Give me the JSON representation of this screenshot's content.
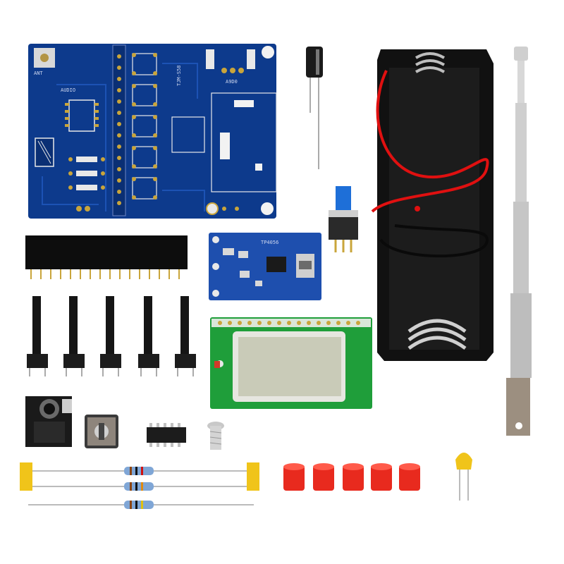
{
  "image": {
    "background": "#ffffff",
    "main_board": {
      "silk_audio": "AUDIO",
      "silk_ant": "ANT",
      "silk_model": "TJM-S58",
      "silk_chip": "A9D0",
      "pcb_color": "#0d3a8c"
    },
    "charger_module": {
      "silk_text": "TP4056",
      "pcb_color": "#1e4fae"
    },
    "lcd_module": {
      "pcb_color": "#1f9e3a",
      "screen_color": "#c9cbb8"
    },
    "battery_holder": {
      "color": "#111111",
      "wire_red": "#e01010"
    },
    "push_switch_cap_color": "#1e6fd8",
    "knob_caps": {
      "count": 5,
      "color": "#e82a1e"
    },
    "tact_buttons": {
      "count": 5
    },
    "resistors": {
      "count": 3
    },
    "capacitor_color": "#f0c41a"
  }
}
